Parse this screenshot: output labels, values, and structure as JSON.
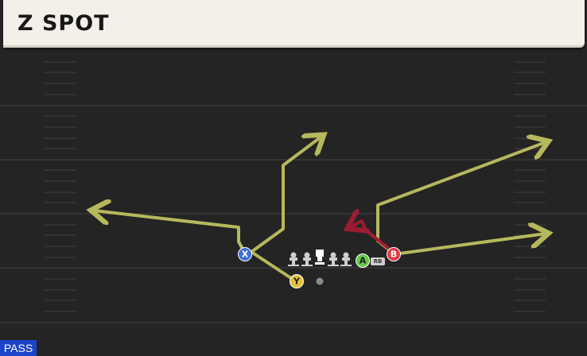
{
  "play": {
    "name": "Z SPOT",
    "type_badge": "PASS"
  },
  "colors": {
    "background": "#242424",
    "route_primary": "#b6b85d",
    "route_hot": "#9c1c33",
    "x_receiver": "#3f6fd8",
    "y_receiver": "#e3c13a",
    "a_receiver": "#66c94a",
    "b_receiver": "#e23a46",
    "badge": "#1a44c9"
  },
  "players": [
    {
      "id": "x",
      "label": "X",
      "role": "receiver"
    },
    {
      "id": "y",
      "label": "Y",
      "role": "receiver"
    },
    {
      "id": "a",
      "label": "A",
      "role": "receiver"
    },
    {
      "id": "b",
      "label": "B",
      "role": "receiver"
    },
    {
      "id": "rb",
      "label": "RB",
      "role": "running back tag"
    }
  ],
  "icons": [
    "offensive-lineman-icon",
    "center-icon",
    "quarterback-icon",
    "football-field"
  ]
}
